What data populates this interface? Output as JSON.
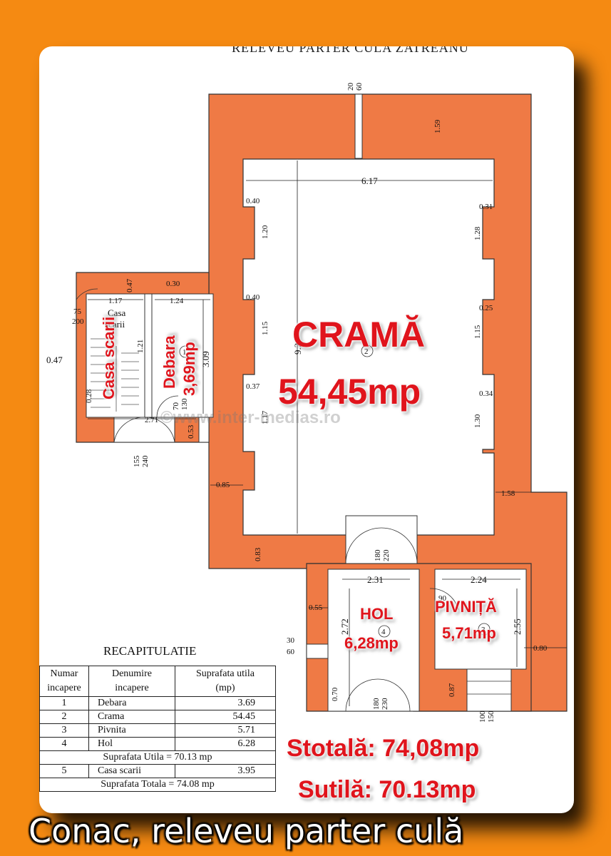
{
  "sheet_title": "RELEVEU  PARTER CULA ZATREANU",
  "footer": "Conac, releveu parter culă",
  "totals": {
    "total": "Stotală: 74,08mp",
    "utila": "Sutilă: 70.13mp"
  },
  "watermark": "©www.inter-medias.ro",
  "rooms": {
    "crama": {
      "name": "CRAMĂ",
      "area": "54,45mp",
      "number": "2"
    },
    "debara": {
      "name": "Debara",
      "area": "3,69mp",
      "number": "1"
    },
    "casa_scarii": {
      "name": "Casa scarii",
      "name_small_1": "Casa",
      "name_small_2": "scarii"
    },
    "hol": {
      "name": "HOL",
      "area": "6,28mp",
      "number": "4"
    },
    "pivnita": {
      "name": "PIVNIȚĂ",
      "area": "5,71mp",
      "number": "3"
    }
  },
  "dimensions": {
    "top_wall_gap_1": "20",
    "top_wall_gap_2": "60",
    "top_wall": "1.59",
    "crama_width": "6.17",
    "crama_height": "9.2",
    "left_0_40_a": "0.40",
    "left_1_20": "1.20",
    "left_0_40_b": "0.40",
    "left_1_15": "1.15",
    "left_0_37": "0.37",
    "left_1_17": "1.17",
    "right_0_31": "0.31",
    "right_1_28": "1.28",
    "right_0_25": "0.25",
    "right_1_15": "1.15",
    "right_0_34": "0.34",
    "right_1_30": "1.30",
    "right_1_58": "1.58",
    "wall_0_85": "0.85",
    "wall_0_83": "0.83",
    "stair_0_47_top": "0.47",
    "stair_1_17": "1.17",
    "stair_0_47_left": "0.47",
    "stair_0_28": "0.28",
    "stair_2_71": "2.71",
    "stair_1_21": "1.21",
    "door_75": "75",
    "door_200": "200",
    "debara_0_30": "0.30",
    "debara_1_24": "1.24",
    "debara_3_09": "3.09",
    "door_70": "70",
    "door_130": "130",
    "wall_0_53": "0.53",
    "door_155": "155",
    "door_240": "240",
    "door_180_a": "180",
    "door_220": "220",
    "hol_2_31": "2.31",
    "hol_2_72": "2.72",
    "hol_0_55": "0.55",
    "hol_0_70": "0.70",
    "door_180_b": "180",
    "door_230": "230",
    "door_30": "30",
    "door_60": "60",
    "piv_2_24": "2.24",
    "piv_2_55": "2.55",
    "piv_90": "90",
    "piv_0_80": "0.80",
    "piv_0_87": "0.87",
    "door_100": "100",
    "door_150": "150"
  },
  "recap": {
    "title": "RECAPITULATIE",
    "headers": [
      "Numar incapere",
      "Denumire incapere",
      "Suprafata utila (mp)"
    ],
    "header_lines": [
      [
        "Numar",
        "incapere"
      ],
      [
        "Denumire",
        "incapere"
      ],
      [
        "Suprafata utila",
        "(mp)"
      ]
    ],
    "rows": [
      {
        "num": "1",
        "name": "Debara",
        "value": "3.69"
      },
      {
        "num": "2",
        "name": "Crama",
        "value": "54.45"
      },
      {
        "num": "3",
        "name": "Pivnita",
        "value": "5.71"
      },
      {
        "num": "4",
        "name": "Hol",
        "value": "6.28"
      }
    ],
    "subtotal": "Suprafata Utila = 70.13 mp",
    "row5": {
      "num": "5",
      "name": "Casa scarii",
      "value": "3.95"
    },
    "total": "Suprafata Totala = 74.08 mp"
  },
  "colors": {
    "background": "#f58a12",
    "wall": "#ef7a45",
    "label_red": "#e0141c"
  }
}
